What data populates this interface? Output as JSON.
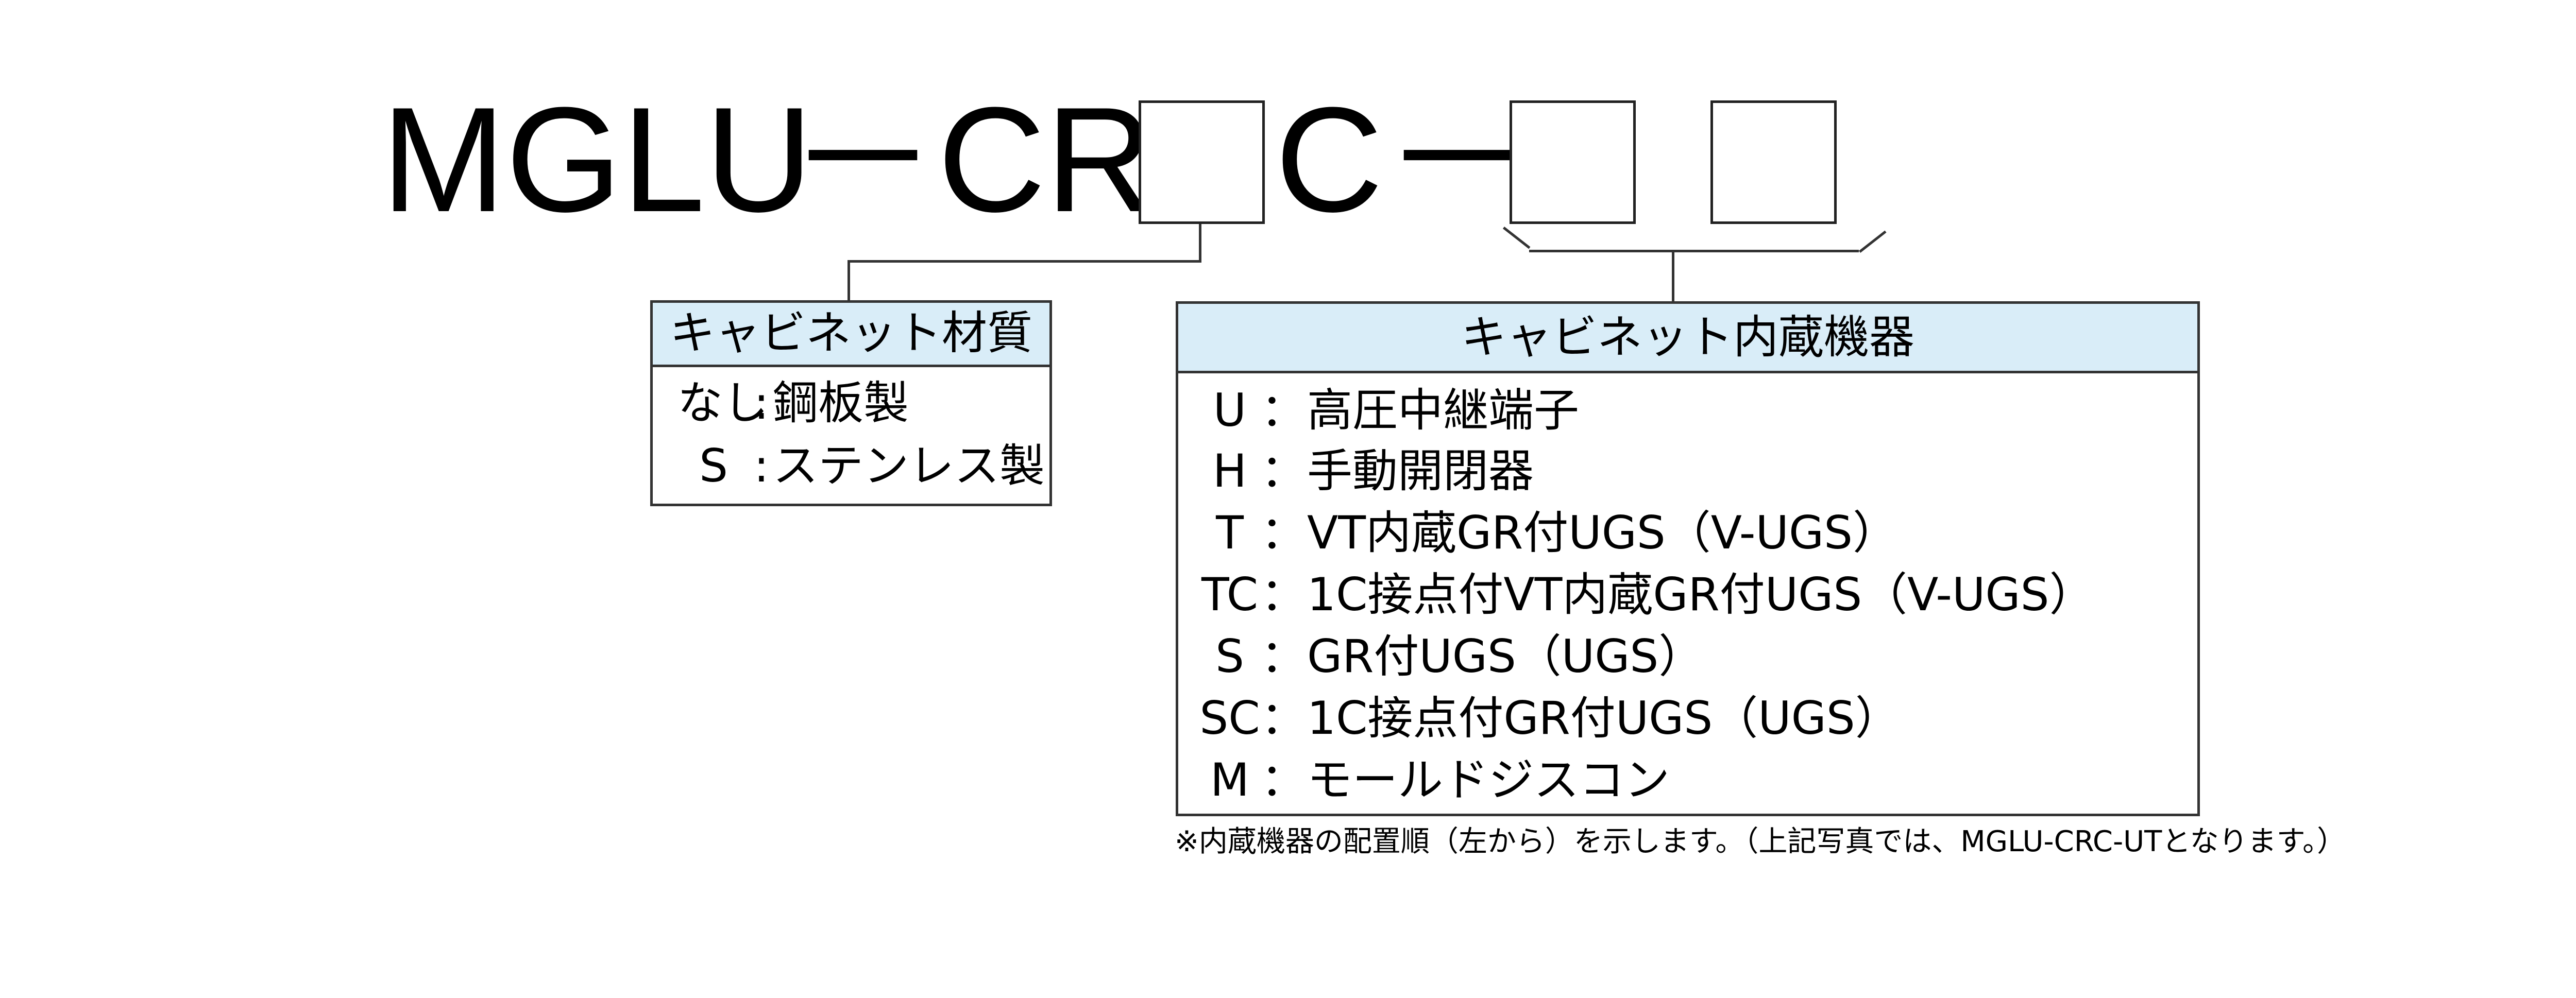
{
  "model": {
    "prefix": "MGLU",
    "dash1": "－",
    "cr": "CR",
    "c": "C",
    "dash2": "－"
  },
  "cabinet_material": {
    "title": "キャビネット材質",
    "options": [
      {
        "code": "なし",
        "sep": ":",
        "desc": "鋼板製"
      },
      {
        "code": "S",
        "sep": ":",
        "desc": "ステンレス製"
      }
    ]
  },
  "built_in_equipment": {
    "title": "キャビネット内蔵機器",
    "options": [
      {
        "code": "U",
        "sep": "：",
        "desc": "高圧中継端子"
      },
      {
        "code": "H",
        "sep": "：",
        "desc": "手動開閉器"
      },
      {
        "code": "T",
        "sep": "：",
        "desc": "VT内蔵GR付UGS（V-UGS）"
      },
      {
        "code": "TC",
        "sep": "：",
        "desc": "1C接点付VT内蔵GR付UGS（V-UGS）"
      },
      {
        "code": "S",
        "sep": "：",
        "desc": "GR付UGS（UGS）"
      },
      {
        "code": "SC",
        "sep": "：",
        "desc": "1C接点付GR付UGS（UGS）"
      },
      {
        "code": "M",
        "sep": "：",
        "desc": "モールドジスコン"
      }
    ]
  },
  "note": "※内蔵機器の配置順（左から）を示します。（上記写真では、MGLU-CRC-UTとなります。）"
}
